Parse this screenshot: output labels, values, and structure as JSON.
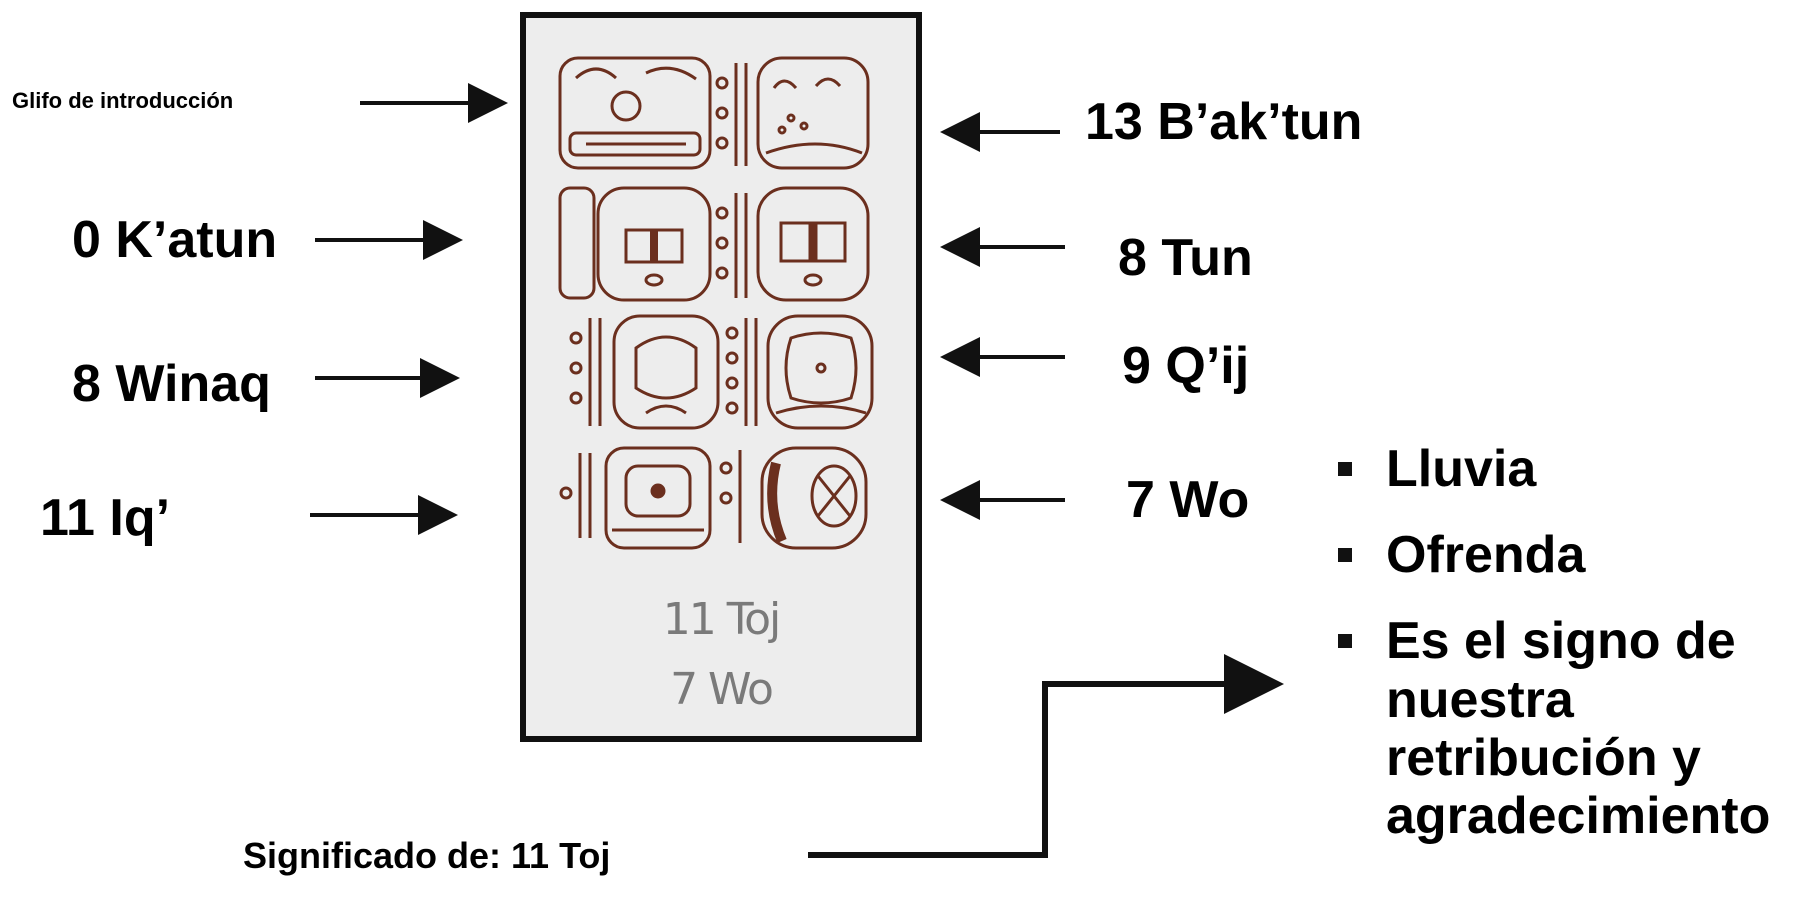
{
  "left_labels": {
    "intro": "Glifo de introducción",
    "katun": "0 K’atun",
    "winaq": "8 Winaq",
    "iq": "11 Iq’"
  },
  "right_labels": {
    "baktun": "13 B’ak’tun",
    "tun": "8 Tun",
    "qij": "9 Q’ij",
    "wo": "7 Wo"
  },
  "panel_captions": {
    "line1": "11 Toj",
    "line2": "7 Wo"
  },
  "meaning_label": "Significado de: 11 Toj",
  "meanings": [
    "Lluvia",
    "Ofrenda",
    "Es el signo de nuestra retribución y agradecimiento"
  ],
  "colors": {
    "glyph": "#6b2f1e",
    "panel_bg": "#ededed",
    "caption": "#7a7a7a"
  }
}
